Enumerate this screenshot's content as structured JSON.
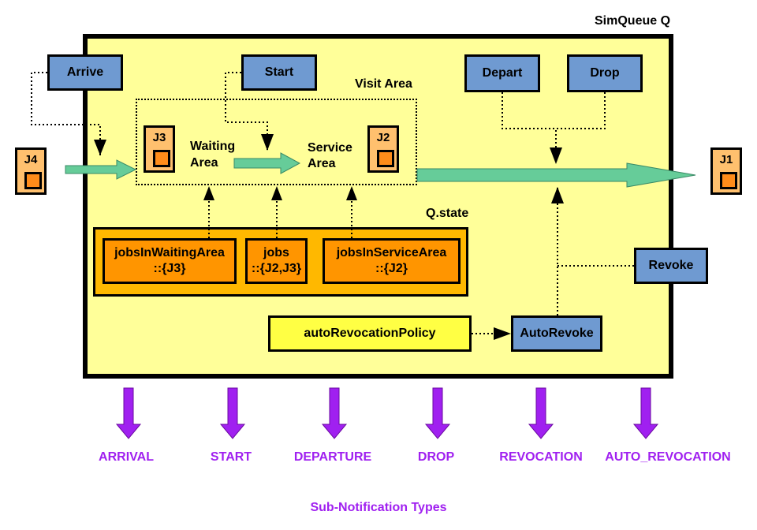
{
  "queue": {
    "title": "SimQueue Q",
    "fill": "#ffff99"
  },
  "actions": {
    "arrive": "Arrive",
    "start": "Start",
    "depart": "Depart",
    "drop": "Drop",
    "revoke": "Revoke",
    "auto_revoke": "AutoRevoke"
  },
  "visit_area": {
    "label": "Visit Area",
    "waiting_area": [
      "Waiting",
      "Area"
    ],
    "service_area": [
      "Service",
      "Area"
    ]
  },
  "jobs": {
    "j1": "J1",
    "j2": "J2",
    "j3": "J3",
    "j4": "J4"
  },
  "state": {
    "label": "Q.state",
    "items": [
      {
        "name": "jobsInWaitingArea",
        "value": "::{J3}"
      },
      {
        "name": "jobs",
        "value": "::{J2,J3}"
      },
      {
        "name": "jobsInServiceArea",
        "value": "::{J2}"
      }
    ]
  },
  "policy": "autoRevocationPolicy",
  "notifications": {
    "title": "Sub-Notification Types",
    "items": [
      "ARRIVAL",
      "START",
      "DEPARTURE",
      "DROP",
      "REVOCATION",
      "AUTO_REVOCATION"
    ],
    "color": "#a020f0"
  },
  "colors": {
    "action": "#6f9ad1",
    "job": "#ffc06e",
    "state_bg": "#ffb800",
    "state_item": "#ff9500",
    "policy": "#ffff44",
    "flow_arrow": "#66cc99"
  }
}
